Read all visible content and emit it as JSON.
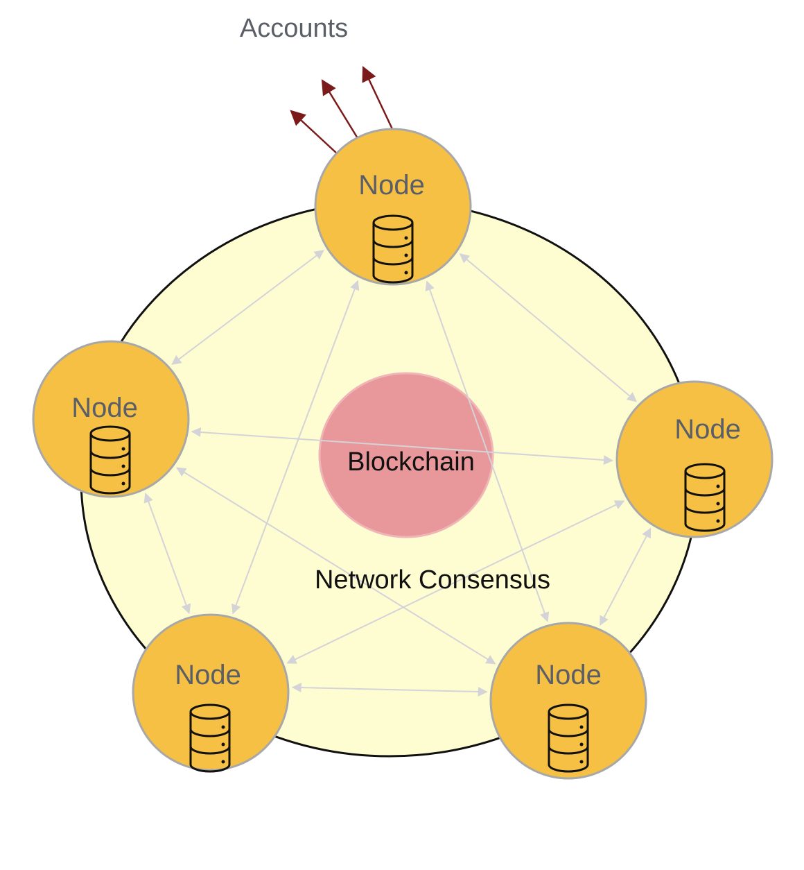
{
  "labels": {
    "accounts": "Accounts",
    "blockchain": "Blockchain",
    "network": "Network Consensus"
  },
  "nodes": [
    {
      "id": "top",
      "label": "Node"
    },
    {
      "id": "left",
      "label": "Node"
    },
    {
      "id": "right",
      "label": "Node"
    },
    {
      "id": "bottom-left",
      "label": "Node"
    },
    {
      "id": "bottom-right",
      "label": "Node"
    }
  ],
  "connections": [
    [
      "top",
      "left"
    ],
    [
      "top",
      "right"
    ],
    [
      "top",
      "bottom-left"
    ],
    [
      "top",
      "bottom-right"
    ],
    [
      "left",
      "right"
    ],
    [
      "left",
      "bottom-left"
    ],
    [
      "left",
      "bottom-right"
    ],
    [
      "right",
      "bottom-left"
    ],
    [
      "right",
      "bottom-right"
    ],
    [
      "bottom-left",
      "bottom-right"
    ]
  ],
  "account_arrow_count": 3,
  "icons": {
    "node": "database-icon"
  },
  "colors": {
    "network_fill": "#fefdd1",
    "node_fill": "#f5c044",
    "node_stroke": "#a8a8a8",
    "blockchain_fill": "#e8979a",
    "blockchain_stroke": "#f0b5b7",
    "account_arrow": "#7b1a1a",
    "link": "#d3d3d8"
  }
}
